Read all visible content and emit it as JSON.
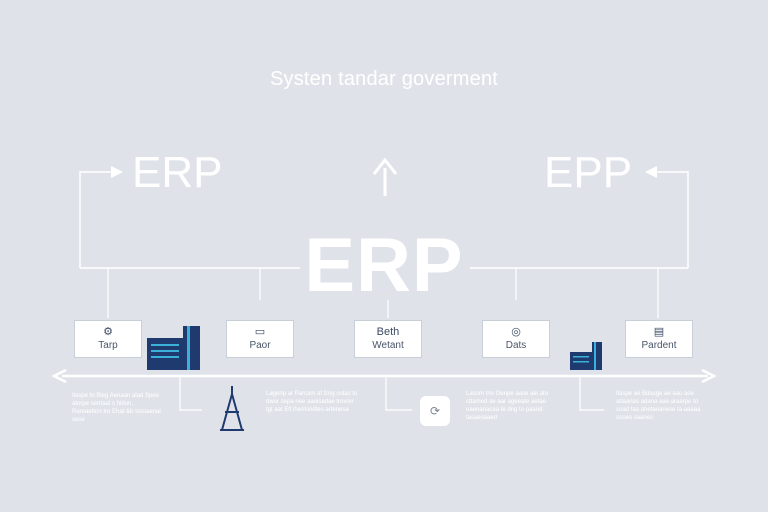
{
  "title": "Systen tandar goverment",
  "labels": {
    "left": "ERP",
    "right": "EPP",
    "center": "ERP"
  },
  "boxes": [
    {
      "icon": "⚙",
      "label": "Tarp"
    },
    {
      "icon": "▭",
      "label": "Paor"
    },
    {
      "icon": "Beth",
      "label": "Wetant"
    },
    {
      "icon": "◎",
      "label": "Dats"
    },
    {
      "icon": "▤",
      "label": "Pardent"
    }
  ],
  "notes": [
    "Ilaspe to Bleg Aenaan alad Spee atorpe setrtaal s hidun, Rareaetton tro Ehat &b sstoaenal sese",
    "Lagenp ar Parcam af lzng ostas to dwor sepa nee aaoisadae trovrer tgt aat Elt iheotsndtes artenesa",
    "Lasom tno Oenpe aase ael ato cttamed ae aar ageeate aetae oaenanacaa te dng to paaod tasaesaaed",
    "Ilaspe ae Bdasge ae aao aoe adaanas adana aae araarpe to soad taa ahetaoanese ta aaaaa sooes saanes"
  ],
  "colors": {
    "background": "#dfe3e9",
    "accent": "#1f3a6e",
    "accent_light": "#3bb0d8",
    "line": "#ffffff"
  }
}
